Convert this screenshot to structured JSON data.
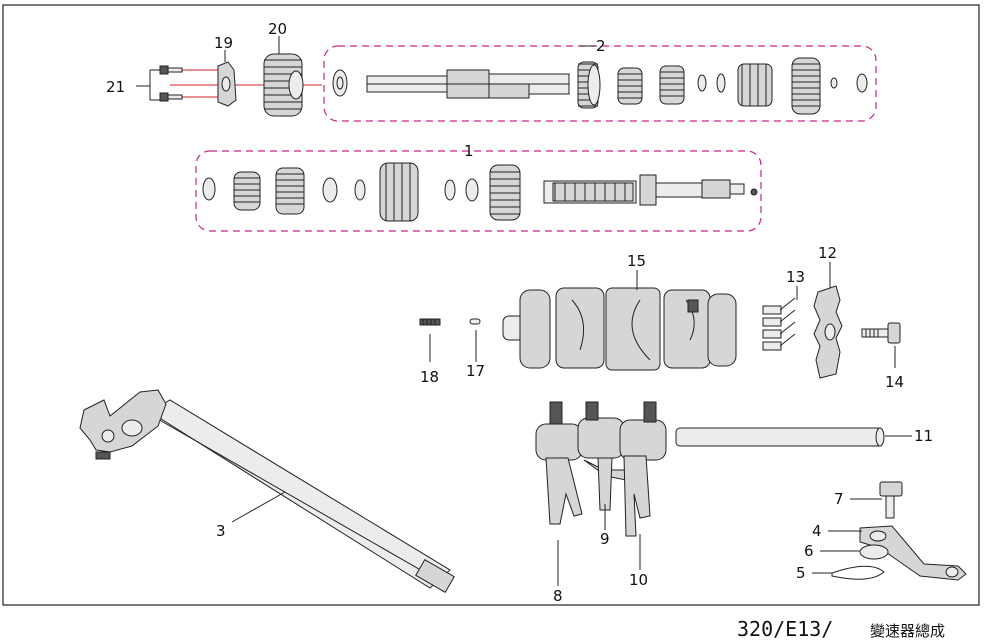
{
  "figure": {
    "code": "320/E13/",
    "title": "變速器總成"
  },
  "colors": {
    "group_outline": "#c0288c",
    "red_axis": "#d0202a",
    "ink": "#222222",
    "part_fill": "#d6d6d6"
  },
  "callouts": {
    "n1": "1",
    "n2": "2",
    "n3": "3",
    "n4": "4",
    "n5": "5",
    "n6": "6",
    "n7": "7",
    "n8": "8",
    "n9": "9",
    "n10": "10",
    "n11": "11",
    "n12": "12",
    "n13": "13",
    "n14": "14",
    "n15": "15",
    "n17": "17",
    "n18": "18",
    "n19": "19",
    "n20": "20",
    "n21": "21"
  }
}
